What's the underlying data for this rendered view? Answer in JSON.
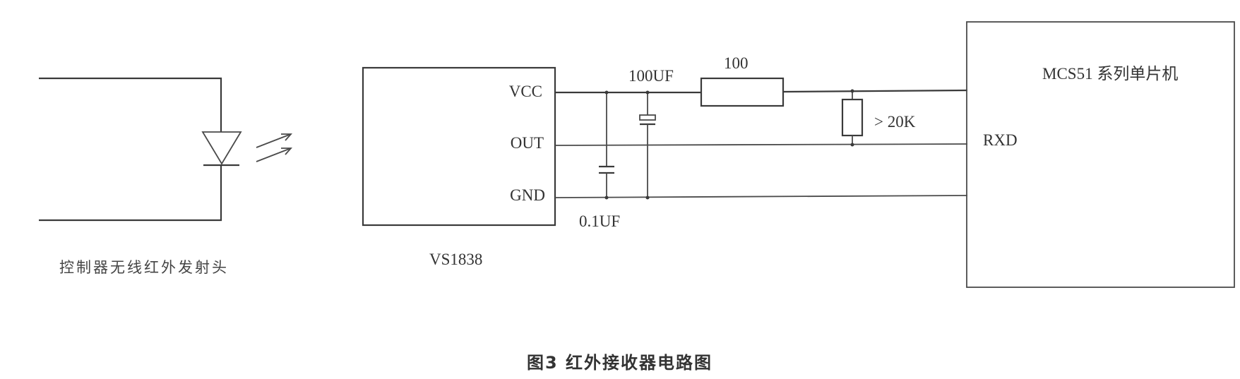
{
  "diagram": {
    "type": "circuit-schematic",
    "caption": "图3  红外接收器电路图",
    "transmitter": {
      "label": "控制器无线红外发射头",
      "component": "infrared-led"
    },
    "receiver_module": {
      "name": "VS1838",
      "pins": [
        "VCC",
        "OUT",
        "GND"
      ]
    },
    "components": {
      "cap_small": "0.1UF",
      "cap_electrolytic": "100UF",
      "resistor_series": "100",
      "resistor_pullup": "> 20K"
    },
    "mcu": {
      "name": "MCS51 系列单片机",
      "pin": "RXD"
    }
  }
}
